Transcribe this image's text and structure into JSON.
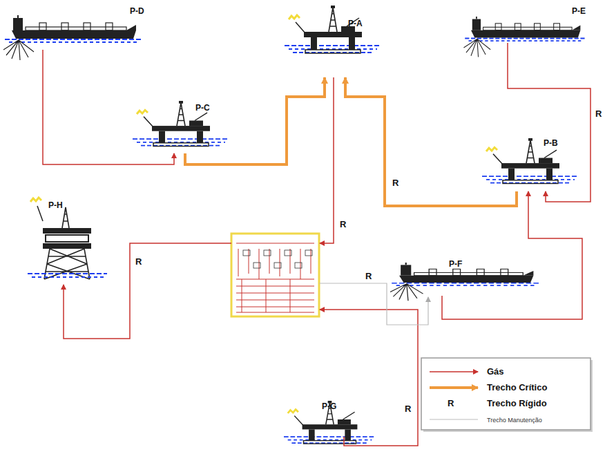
{
  "diagram": {
    "nodes": [
      {
        "text": [
          "P-D"
        ]
      },
      {
        "text": [
          "P-A"
        ]
      },
      {
        "text": [
          "P-E"
        ]
      },
      {
        "text": [
          "P-C"
        ]
      },
      {
        "text": [
          "P-B"
        ]
      },
      {
        "text": [
          "P-H"
        ]
      },
      {
        "text": [
          "P-F"
        ]
      },
      {
        "text": [
          "P-G"
        ]
      }
    ],
    "edges": [
      {
        "from": 0,
        "to": 3,
        "arrow": "to"
      },
      {
        "from": 3,
        "to": 1,
        "arrow": "to"
      },
      {
        "from": 4,
        "to": 1,
        "arrow": "to",
        "label": "R"
      },
      {
        "from": 2,
        "to": 4,
        "arrow": "to",
        "label": "R"
      },
      {
        "from": 6,
        "to": 4,
        "arrow": "to"
      }
    ],
    "labels": [
      "R",
      "R",
      "R",
      "R",
      "R"
    ],
    "legend": [
      {
        "text": "Gás"
      },
      {
        "text": "Trecho Crítico"
      },
      {
        "text": "Trecho Rígido"
      },
      {
        "text": "Trecho Manutenção"
      }
    ]
  }
}
